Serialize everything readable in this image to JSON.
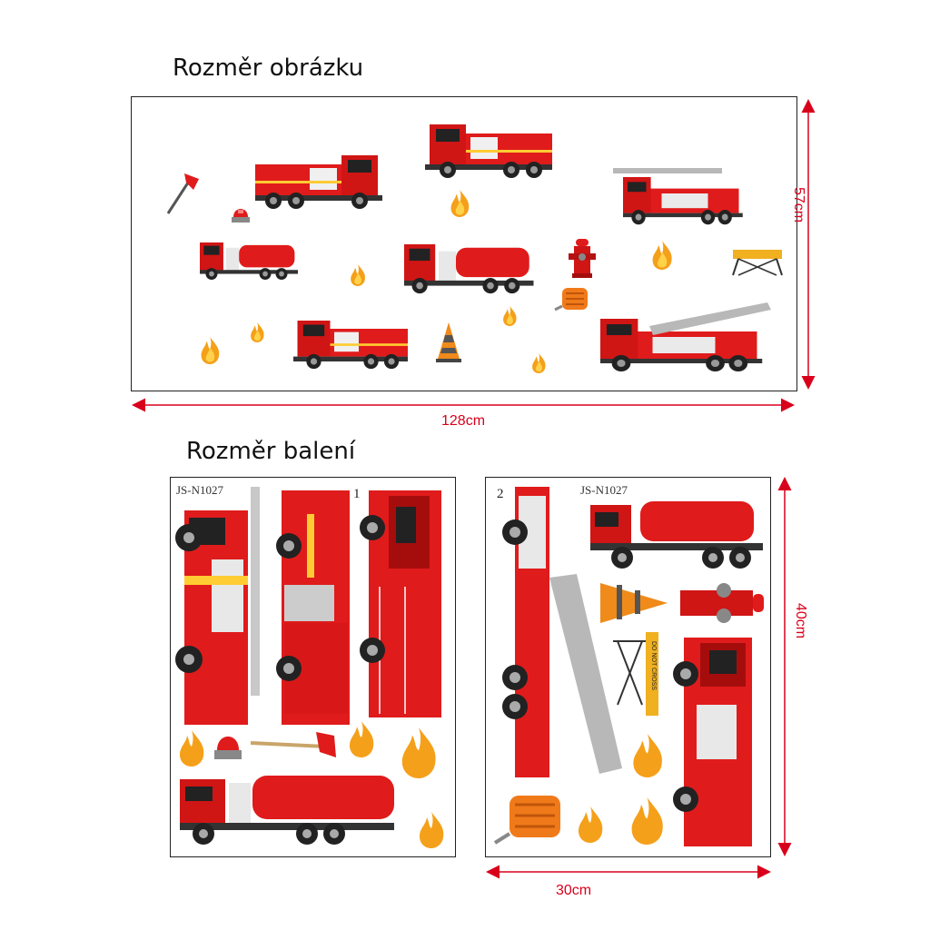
{
  "headings": {
    "image_size": "Rozměr obrázku",
    "package_size": "Rozměr balení"
  },
  "dimensions": {
    "image_width": "128cm",
    "image_height": "57cm",
    "sheet_width": "30cm",
    "sheet_height": "40cm"
  },
  "sheets": [
    {
      "code": "JS-N1027",
      "number": "1"
    },
    {
      "code": "JS-N1027",
      "number": "2"
    }
  ],
  "signs": {
    "barrier_text": "DO NOT CROSS"
  },
  "colors": {
    "truck_red": "#e01b1b",
    "dark_red": "#a50d0d",
    "flame_orange": "#f5a01a",
    "flame_yellow": "#ffd24a",
    "arrow_red": "#d9001b",
    "ladder_grey": "#b8b8b8"
  }
}
